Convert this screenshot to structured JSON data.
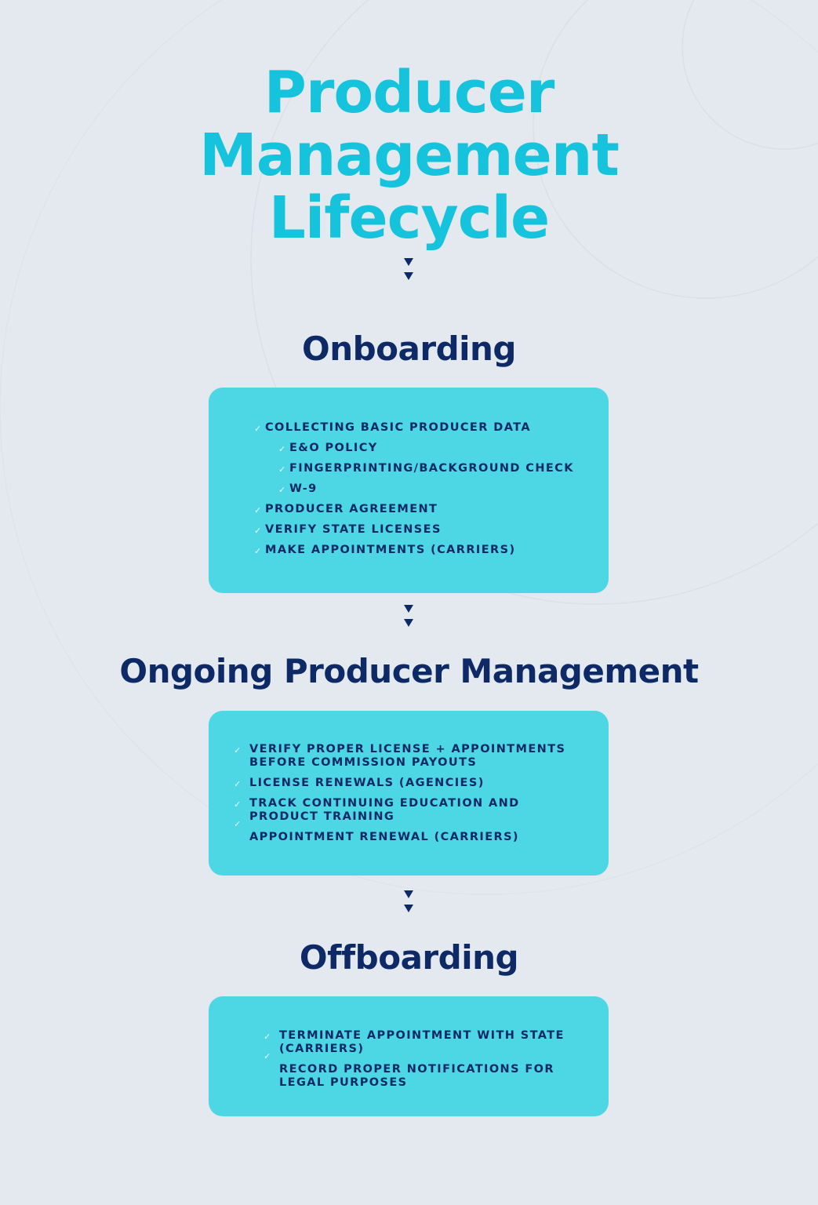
{
  "title": {
    "line1": "Producer",
    "line2": "Management",
    "line3": "Lifecycle"
  },
  "colors": {
    "background": "#e3e9ee",
    "title": "#16c3dc",
    "navy": "#0d2a66",
    "card": "#4dd7e5"
  },
  "icons": {
    "check": "checkmark-icon",
    "arrow": "down-arrow-icon"
  },
  "stages": [
    {
      "heading": "Onboarding",
      "items": [
        "COLLECTING BASIC PRODUCER DATA",
        "E&O POLICY",
        "FINGERPRINTING/BACKGROUND CHECK",
        "W-9",
        "PRODUCER AGREEMENT",
        "VERIFY STATE LICENSES",
        "MAKE APPOINTMENTS (CARRIERS)"
      ]
    },
    {
      "heading": "Ongoing Producer Management",
      "items": [
        "VERIFY PROPER LICENSE + APPOINTMENTS",
        "BEFORE COMMISSION PAYOUTS",
        "LICENSE RENEWALS (AGENCIES)",
        "TRACK CONTINUING EDUCATION AND",
        "PRODUCT TRAINING",
        "APPOINTMENT RENEWAL (CARRIERS)"
      ]
    },
    {
      "heading": "Offboarding",
      "items": [
        "TERMINATE APPOINTMENT WITH STATE",
        "(CARRIERS)",
        "RECORD PROPER NOTIFICATIONS FOR",
        "LEGAL PURPOSES"
      ]
    }
  ]
}
